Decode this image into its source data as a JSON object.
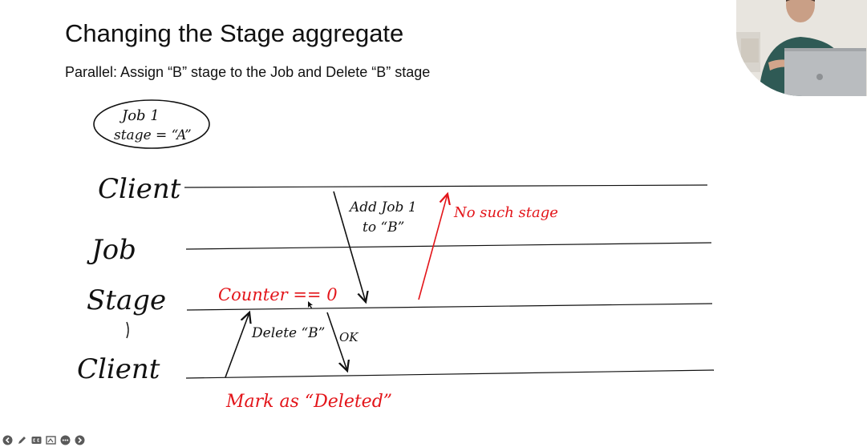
{
  "slide": {
    "title": "Changing the Stage aggregate",
    "subtitle": "Parallel: Assign “B” stage to the Job and Delete “B” stage"
  },
  "diagram": {
    "job_bubble": {
      "line1": "Job 1",
      "line2": "stage = “A”"
    },
    "lanes": [
      "Client",
      "Job",
      "Stage",
      "Client"
    ],
    "annotations": {
      "add_job": {
        "line1": "Add Job 1",
        "line2": "to “B”"
      },
      "no_such_stage": "No such stage",
      "counter": "Counter == 0",
      "delete_b": "Delete “B”",
      "ok": "OK",
      "mark_deleted": "Mark as “Deleted”"
    },
    "colors": {
      "ink": "#111111",
      "red_ink": "#e3151a"
    }
  },
  "toolbar": {
    "buttons": [
      "previous-icon",
      "pen-icon",
      "captions-icon",
      "slides-icon",
      "more-icon",
      "next-icon"
    ]
  }
}
